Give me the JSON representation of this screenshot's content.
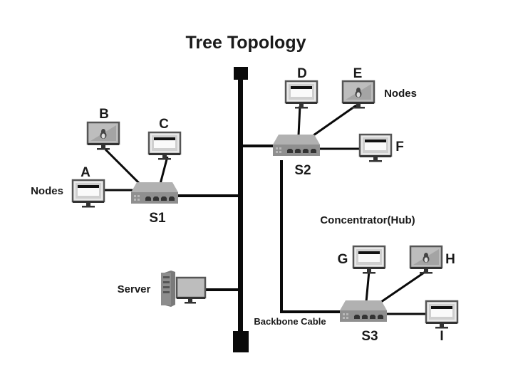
{
  "title": "Tree Topology",
  "labels": {
    "nodes_left": "Nodes",
    "nodes_right": "Nodes",
    "concentrator": "Concentrator(Hub)",
    "server": "Server",
    "backbone": "Backbone Cable"
  },
  "hubs": [
    {
      "id": "S1",
      "label": "S1"
    },
    {
      "id": "S2",
      "label": "S2"
    },
    {
      "id": "S3",
      "label": "S3"
    }
  ],
  "nodes": [
    {
      "id": "A",
      "label": "A",
      "screen": "window",
      "hub": "S1"
    },
    {
      "id": "B",
      "label": "B",
      "screen": "linux",
      "hub": "S1"
    },
    {
      "id": "C",
      "label": "C",
      "screen": "window",
      "hub": "S1"
    },
    {
      "id": "D",
      "label": "D",
      "screen": "window",
      "hub": "S2"
    },
    {
      "id": "E",
      "label": "E",
      "screen": "linux",
      "hub": "S2"
    },
    {
      "id": "F",
      "label": "F",
      "screen": "window",
      "hub": "S2"
    },
    {
      "id": "G",
      "label": "G",
      "screen": "window",
      "hub": "S3"
    },
    {
      "id": "H",
      "label": "H",
      "screen": "linux",
      "hub": "S3"
    },
    {
      "id": "I",
      "label": "I",
      "screen": "window",
      "hub": "S3"
    }
  ],
  "colors": {
    "line": "#0a0a0a",
    "monitor_frame": "#555555",
    "monitor_screen": "#cfcfcf",
    "hub_top": "#a9a9a9",
    "hub_front": "#8a8a8a"
  }
}
